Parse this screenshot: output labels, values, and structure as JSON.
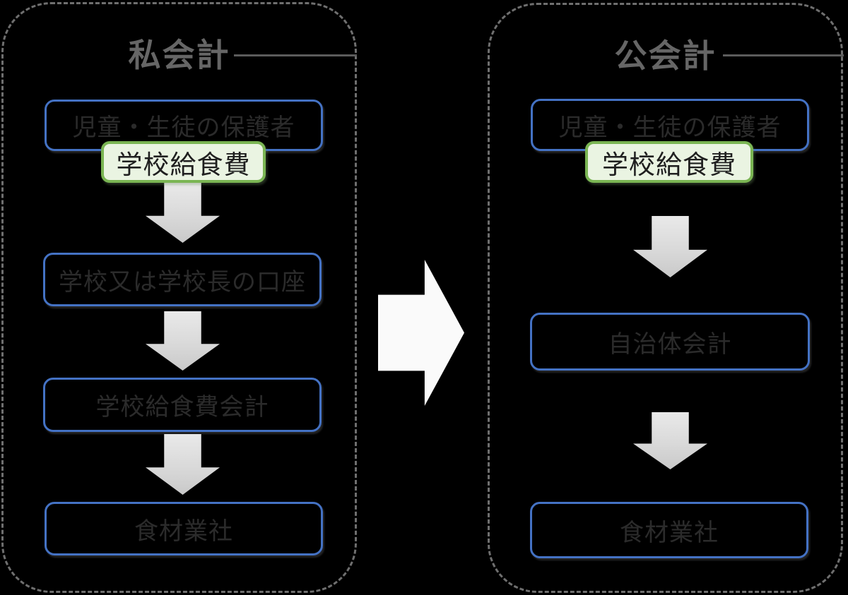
{
  "diagram": {
    "left_panel": {
      "title": "私会計",
      "box1": "児童・生徒の保護者",
      "badge": "学校給食費",
      "box2": "学校又は学校長の口座",
      "box3": "学校給食費会計",
      "box4": "食材業社"
    },
    "right_panel": {
      "title": "公会計",
      "box1": "児童・生徒の保護者",
      "badge": "学校給食費",
      "box2": "自治体会計",
      "box3": "食材業社"
    },
    "colors": {
      "background": "#000000",
      "panel_border": "#6f6f6f",
      "box_border": "#4472c4",
      "badge_border": "#7ab553",
      "badge_fill": "#eaf4e2",
      "badge_text": "#1f1f1f",
      "box_text": "#2b2b2b",
      "title_text": "#666666",
      "divider": "#5c5c5c",
      "arrow_fill": "#d9d9d9",
      "big_arrow_fill": "#fafafa"
    }
  }
}
